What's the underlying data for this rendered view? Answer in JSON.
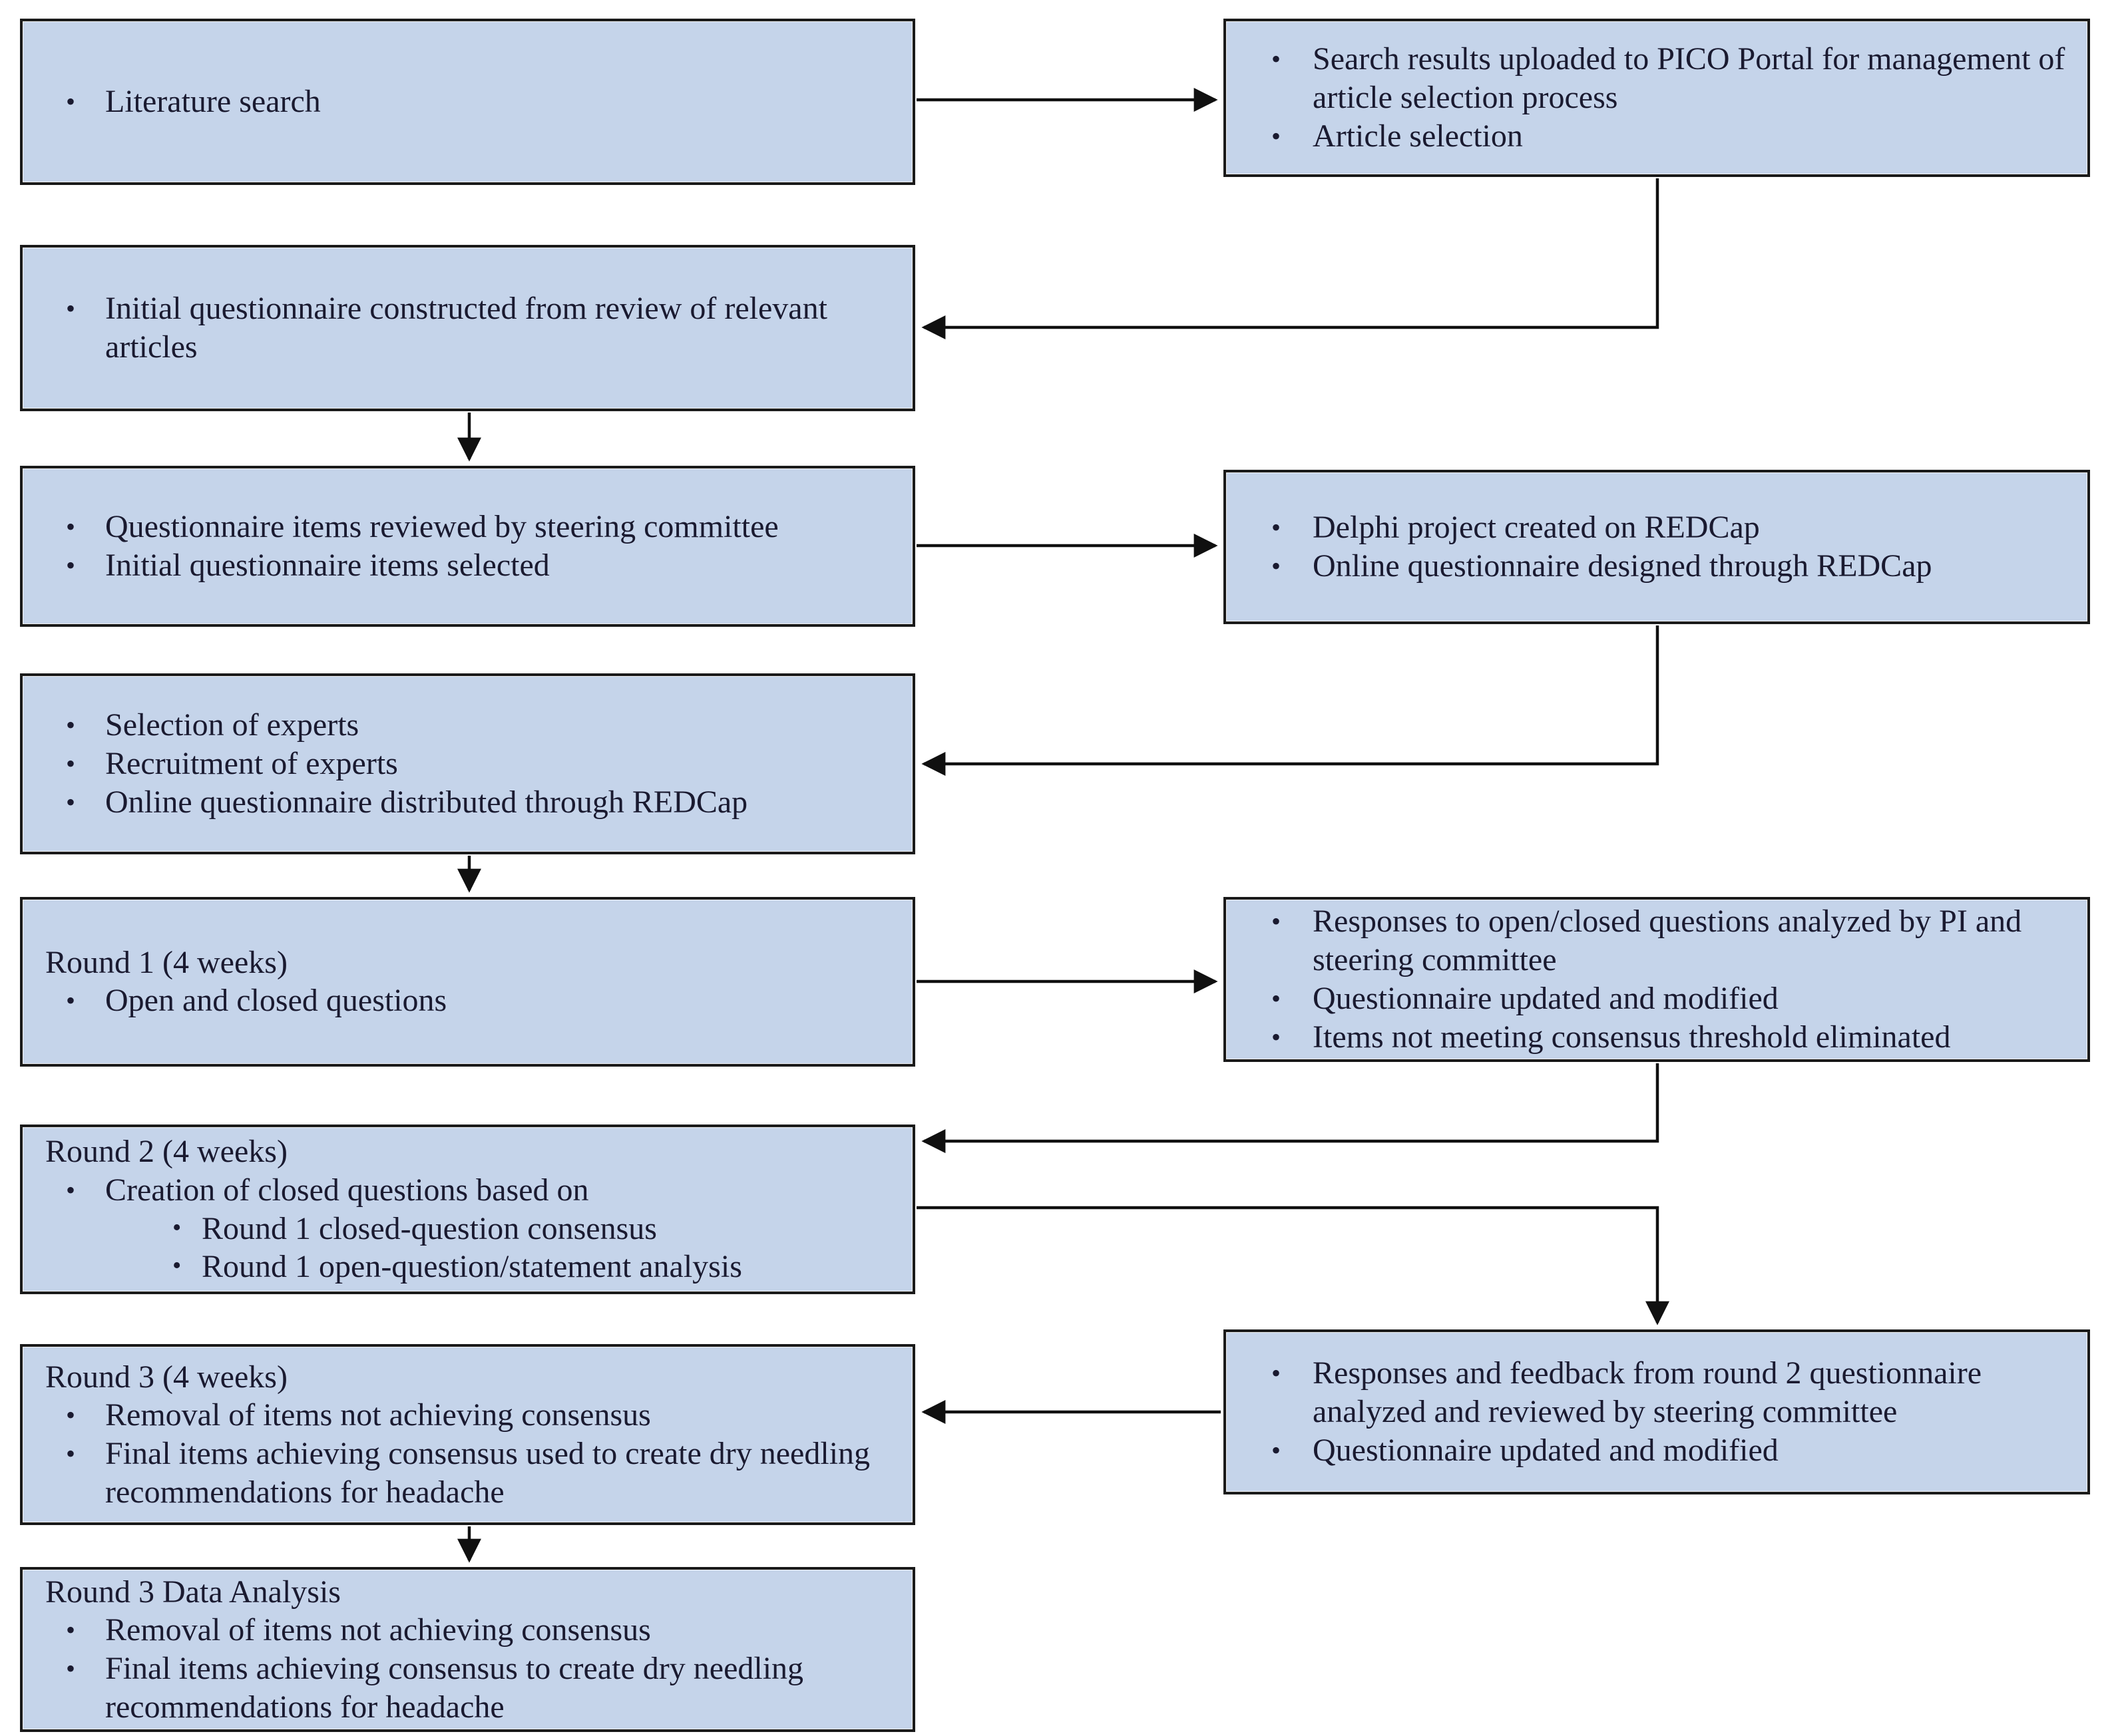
{
  "icons": {
    "bullet": "•"
  },
  "colors": {
    "box_fill": "#c5d4ea",
    "box_border": "#1a1a1a",
    "text": "#1a1a30",
    "arrow": "#101010",
    "background": "#ffffff"
  },
  "boxes": {
    "literature_search": {
      "items": [
        "Literature search"
      ]
    },
    "initial_questionnaire": {
      "items": [
        "Initial questionnaire constructed from review of relevant articles"
      ]
    },
    "questionnaire_review": {
      "items": [
        "Questionnaire items reviewed by steering committee",
        "Initial questionnaire items selected"
      ]
    },
    "experts": {
      "items": [
        "Selection of experts",
        "Recruitment of experts",
        "Online questionnaire distributed through REDCap"
      ]
    },
    "round1": {
      "title": "Round 1 (4 weeks)",
      "items": [
        "Open and closed questions"
      ]
    },
    "round2": {
      "title": "Round 2 (4 weeks)",
      "items": [
        "Creation of closed questions based on"
      ],
      "subitems": [
        "Round 1 closed-question consensus",
        "Round 1 open-question/statement analysis"
      ]
    },
    "round3": {
      "title": "Round 3 (4 weeks)",
      "items": [
        "Removal of items not achieving consensus",
        "Final items achieving consensus used to create dry needling recommendations for headache"
      ]
    },
    "round3_data_analysis": {
      "title": "Round 3 Data Analysis",
      "items": [
        "Removal of items not achieving consensus",
        "Final items achieving consensus to create dry needling recommendations for headache"
      ]
    },
    "pico_portal": {
      "items": [
        "Search results uploaded to PICO Portal for management of article selection process",
        "Article selection"
      ]
    },
    "redcap_setup": {
      "items": [
        "Delphi project created on REDCap",
        "Online questionnaire designed through REDCap"
      ]
    },
    "round1_analysis": {
      "items": [
        "Responses to open/closed questions analyzed by PI and steering committee",
        "Questionnaire updated and modified",
        "Items not meeting consensus threshold eliminated"
      ]
    },
    "round2_analysis": {
      "items": [
        "Responses and feedback from round 2 questionnaire analyzed and reviewed by steering committee",
        "Questionnaire updated and modified"
      ]
    }
  }
}
